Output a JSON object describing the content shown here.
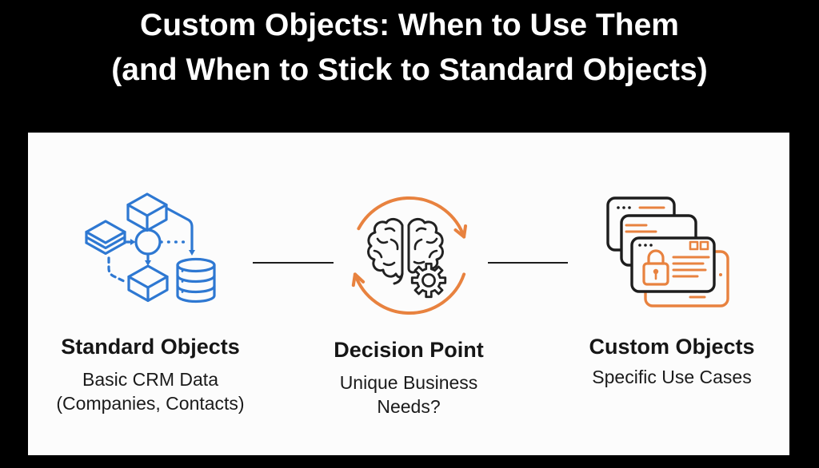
{
  "title": {
    "line1": "Custom Objects: When to Use Them",
    "line2": "(and When to Stick to Standard Objects)"
  },
  "columns": [
    {
      "heading": "Standard Objects",
      "sub_lines": [
        "Basic CRM Data",
        "(Companies, Contacts)"
      ],
      "icon": "data-flow-database-icon"
    },
    {
      "heading": "Decision Point",
      "sub_lines": [
        "Unique Business",
        "Needs?"
      ],
      "icon": "brain-gear-sync-icon"
    },
    {
      "heading": "Custom Objects",
      "sub_lines": [
        "Specific Use Cases"
      ],
      "icon": "stacked-record-cards-icon"
    }
  ],
  "colors": {
    "background": "#000000",
    "panel": "#fcfcfc",
    "blue": "#2e78d2",
    "orange": "#e8823f",
    "ink": "#1b1b1b"
  }
}
